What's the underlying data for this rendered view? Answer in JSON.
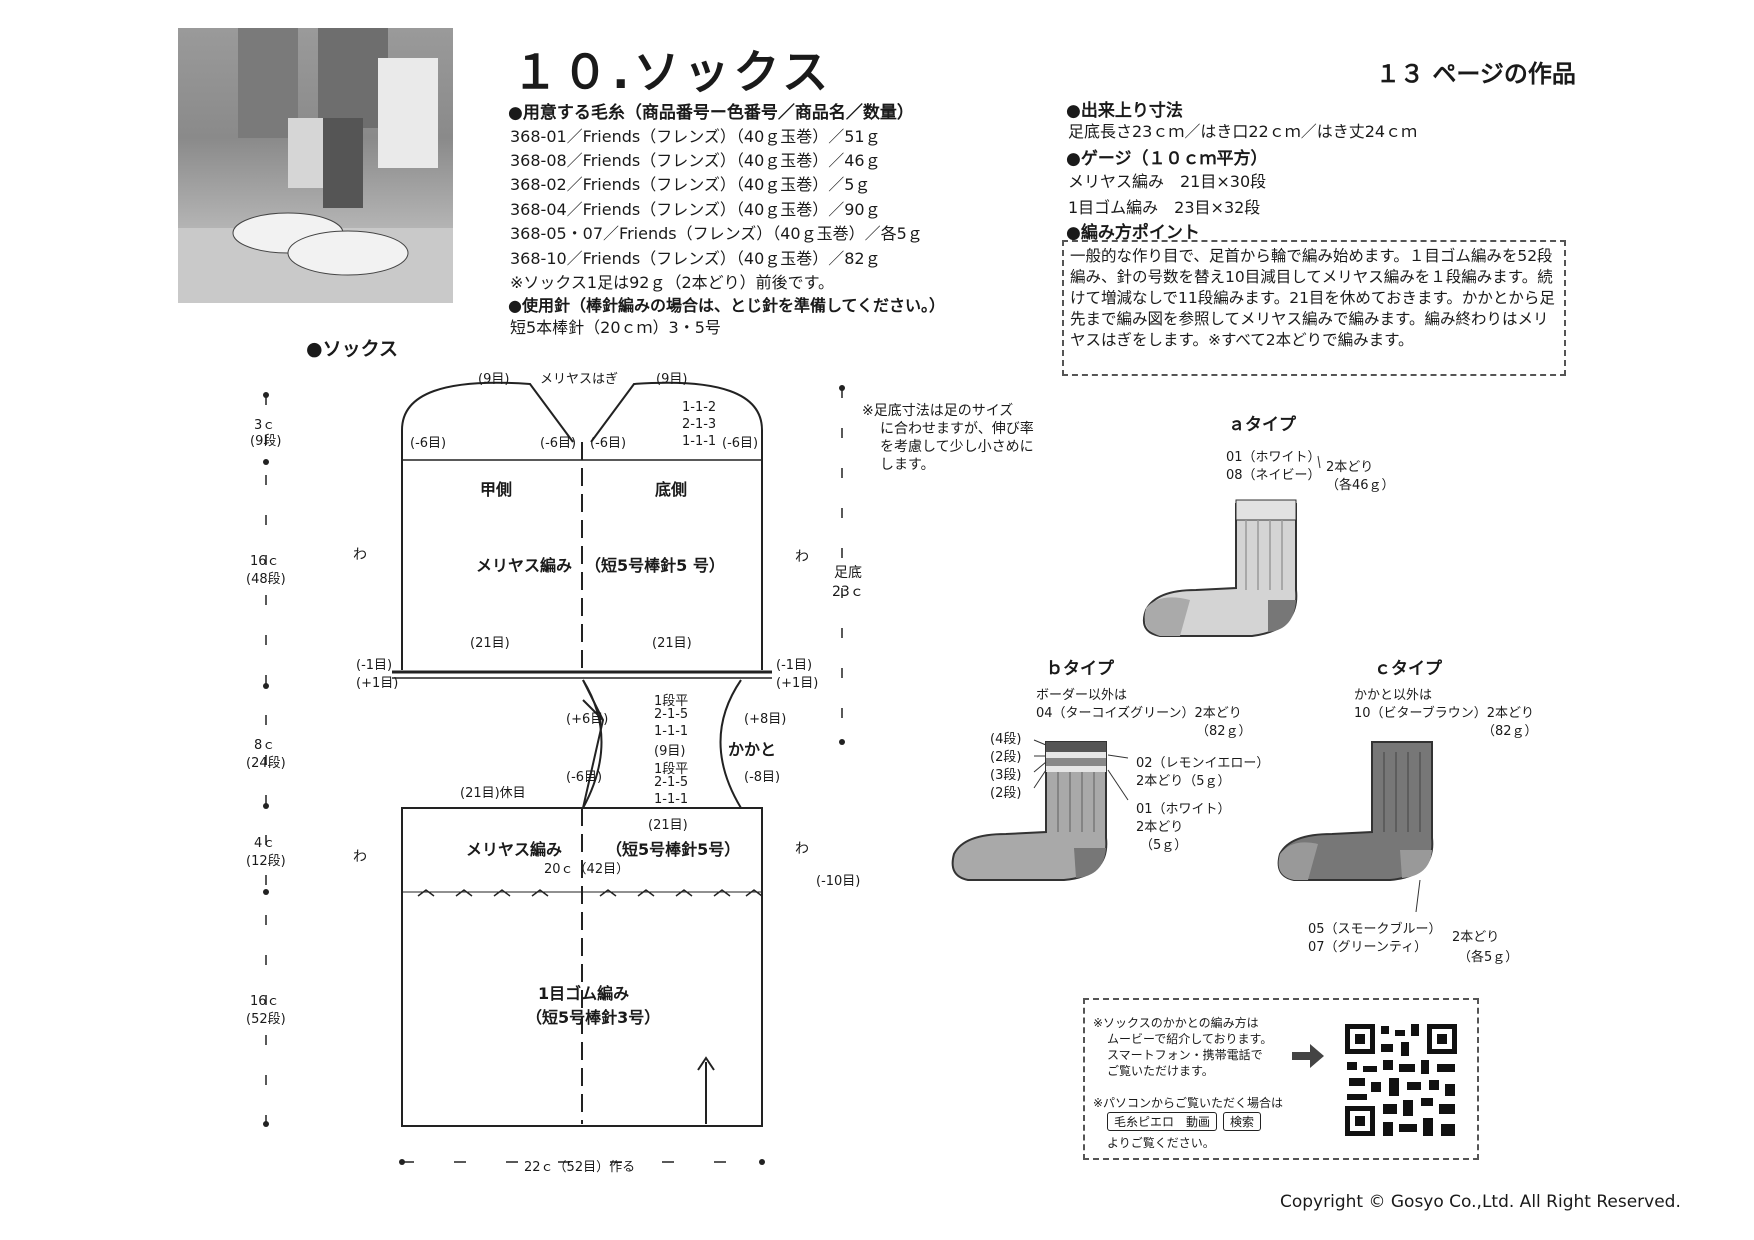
{
  "title": "１０.ソックス",
  "page_ref": "１３ ページの作品",
  "yarn": {
    "heading": "●用意する毛糸（商品番号ー色番号／商品名／数量）",
    "lines": [
      "368-01／Friends（フレンズ）（40ｇ玉巻）／51ｇ",
      "368-08／Friends（フレンズ）（40ｇ玉巻）／46ｇ",
      "368-02／Friends（フレンズ）（40ｇ玉巻）／5ｇ",
      "368-04／Friends（フレンズ）（40ｇ玉巻）／90ｇ",
      "368-05・07／Friends（フレンズ）（40ｇ玉巻）／各5ｇ",
      "368-10／Friends（フレンズ）（40ｇ玉巻）／82ｇ",
      "※ソックス1足は92ｇ（2本どり）前後です。"
    ]
  },
  "needles": {
    "heading": "●使用針（棒針編みの場合は、とじ針を準備してください。）",
    "value": "短5本棒針（20ｃｍ）3・5号"
  },
  "finished": {
    "heading": "●出来上り寸法",
    "value": "足底長さ23ｃｍ／はき口22ｃｍ／はき丈24ｃｍ"
  },
  "gauge": {
    "heading": "●ゲージ（１０ｃｍ平方）",
    "lines": [
      "メリヤス編み　21目×30段",
      "1目ゴム編み　23目×32段"
    ]
  },
  "points": {
    "heading": "●編み方ポイント",
    "text": "一般的な作り目で、足首から輪で編み始めます。１目ゴム編みを52段編み、針の号数を替え10目減目してメリヤス編みを１段編みます。続けて増減なしで11段編みます。21目を休めておきます。かかとから足先まで編み図を参照してメリヤス編みで編みます。編み終わりはメリヤスはぎをします。※すべて2本どりで編みます。"
  },
  "diagram": {
    "section_title": "●ソックス",
    "toe_labels": {
      "left_9": "(9目)",
      "center": "メリヤスはぎ",
      "right_9": "(9目)",
      "dec": [
        "1-1-2",
        "2-1-3",
        "1-1-1"
      ],
      "m6": "(-6目)"
    },
    "top_side_left": "甲側",
    "top_side_right": "底側",
    "stitch_main": "メリヤス編み",
    "needle_main": "（短5号棒針5 号）",
    "wa": "わ",
    "sole_label": "足底",
    "sole_len": "23ｃ",
    "note": [
      "※足底寸法は足のサイズ",
      "に合わせますが、伸び率",
      "を考慮して少し小さめに",
      "します。"
    ],
    "st21": "(21目)",
    "minus1": "(-1目)",
    "plus1": "(+1目)",
    "heel_label": "かかと",
    "heel_inc": [
      "1段平",
      "2-1-5",
      "1-1-1"
    ],
    "heel_9": "(9目)",
    "heel_dec": [
      "1段平",
      "2-1-5",
      "1-1-1"
    ],
    "plus6": "(+6目)",
    "minus6": "(-6目)",
    "plus8": "(+8目)",
    "minus8": "(-8目)",
    "rest21": "(21目)休目",
    "bottom_stitch": "メリヤス編み",
    "bottom_needle": "（短5号棒針5号）",
    "width20": "20ｃ（42目）",
    "minus10": "(-10目)",
    "rib": "1目ゴム編み",
    "rib_needle": "（短5号棒針3号）",
    "cast_on": "22ｃ（52目）作る",
    "dims": [
      {
        "cm": "3ｃ",
        "rows": "(9段)"
      },
      {
        "cm": "16ｃ",
        "rows": "(48段)"
      },
      {
        "cm": "8ｃ",
        "rows": "(24段)"
      },
      {
        "cm": "4ｃ",
        "rows": "(12段)"
      },
      {
        "cm": "16ｃ",
        "rows": "(52段)"
      }
    ]
  },
  "types": {
    "a": {
      "title": "ａタイプ",
      "lines": [
        "01（ホワイト）",
        "08（ネイビー）"
      ],
      "strands": "2本どり",
      "qty": "（各46ｇ）"
    },
    "b": {
      "title": "ｂタイプ",
      "lines": [
        "ボーダー以外は",
        "04（ターコイズグリーン）2本どり",
        "（82ｇ）"
      ],
      "rows": [
        "(4段)",
        "(2段)",
        "(3段)",
        "(2段)"
      ],
      "y1": [
        "02（レモンイエロー）",
        "2本どり（5ｇ）"
      ],
      "y2": [
        "01（ホワイト）",
        "2本どり",
        "（5ｇ）"
      ]
    },
    "c": {
      "title": "ｃタイプ",
      "lines": [
        "かかと以外は",
        "10（ビターブラウン）2本どり",
        "（82ｇ）"
      ],
      "bottom": [
        "05（スモークブルー）",
        "07（グリーンティ）"
      ],
      "strands": "2本どり",
      "qty": "（各5ｇ）"
    }
  },
  "qr": {
    "lines": [
      "※ソックスのかかとの編み方は",
      "ムービーで紹介しております。",
      "スマートフォン・携帯電話で",
      "ご覧いただけます。"
    ],
    "pc": "※パソコンからご覧いただく場合は",
    "search_term": "毛糸ピエロ　動画",
    "search_btn": "検索",
    "after": "よりご覧ください。"
  },
  "copyright": "Copyright © Gosyo Co.,Ltd. All Right Reserved."
}
